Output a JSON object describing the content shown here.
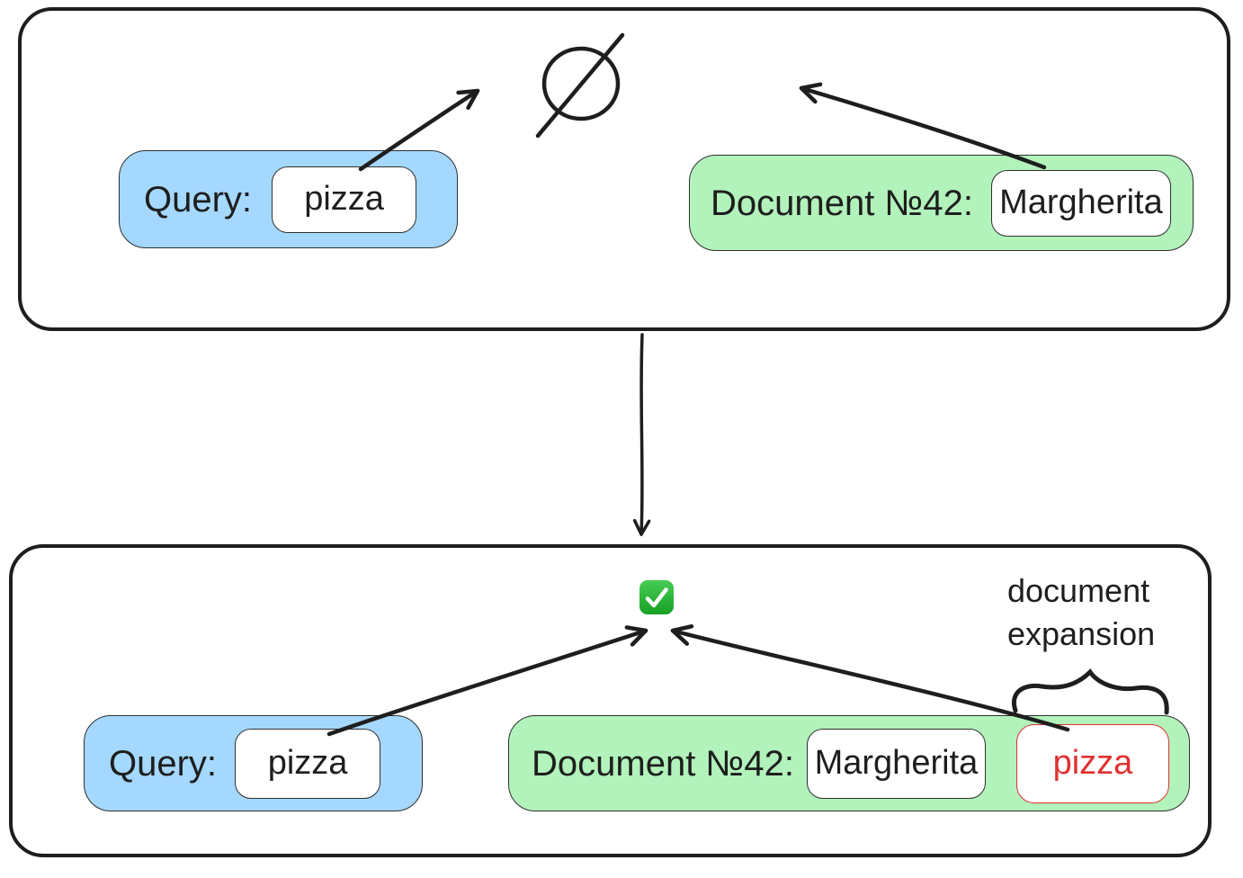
{
  "colors": {
    "query_fill": "#a5d8ff",
    "document_fill": "#b2f2bb",
    "expansion_red": "#e03131",
    "stroke_black": "#1e1e1e",
    "check_green": "#17a125"
  },
  "icons": {
    "no_match": "∅",
    "match": "✅",
    "expansion_brace": "⏞"
  },
  "top_panel": {
    "query": {
      "label": "Query:",
      "term": "pizza"
    },
    "document": {
      "label": "Document №42:",
      "term": "Margherita"
    }
  },
  "bottom_panel": {
    "query": {
      "label": "Query:",
      "term": "pizza"
    },
    "document": {
      "label": "Document №42:",
      "term": "Margherita",
      "expansion_term": "pizza"
    },
    "annotation": {
      "line1": "document",
      "line2": "expansion"
    }
  }
}
